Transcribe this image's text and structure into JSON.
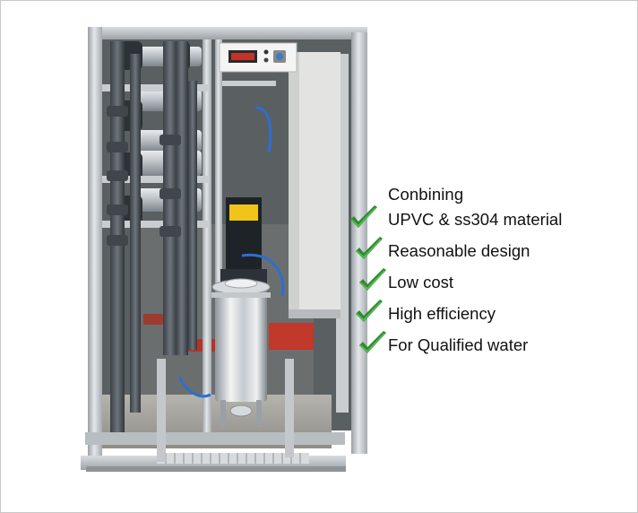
{
  "features": {
    "heading": "Conbining",
    "items": [
      {
        "label": "UPVC  & ss304 material",
        "icon": "checkmark-icon"
      },
      {
        "label": "Reasonable design",
        "icon": "checkmark-icon"
      },
      {
        "label": "Low cost",
        "icon": "checkmark-icon"
      },
      {
        "label": "High efficiency",
        "icon": "checkmark-icon"
      },
      {
        "label": "For Qualified water",
        "icon": "checkmark-icon"
      }
    ]
  },
  "colors": {
    "check": "#2e8b2e",
    "steel": "#b9bec2",
    "pipe": "#4a4f55",
    "text": "#111111"
  }
}
